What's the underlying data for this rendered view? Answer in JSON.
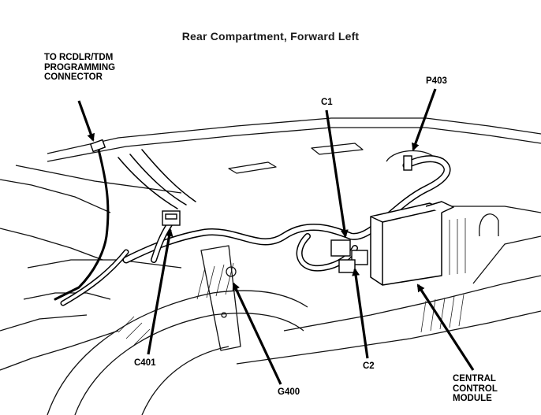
{
  "diagram": {
    "title": "Rear Compartment, Forward Left",
    "callouts": {
      "rcdlr_line1": "TO RCDLR/TDM",
      "rcdlr_line2": "PROGRAMMING",
      "rcdlr_line3": "CONNECTOR",
      "p403": "P403",
      "c1": "C1",
      "c401": "C401",
      "g400": "G400",
      "c2": "C2",
      "ccm_line1": "CENTRAL",
      "ccm_line2": "CONTROL",
      "ccm_line3": "MODULE"
    }
  }
}
